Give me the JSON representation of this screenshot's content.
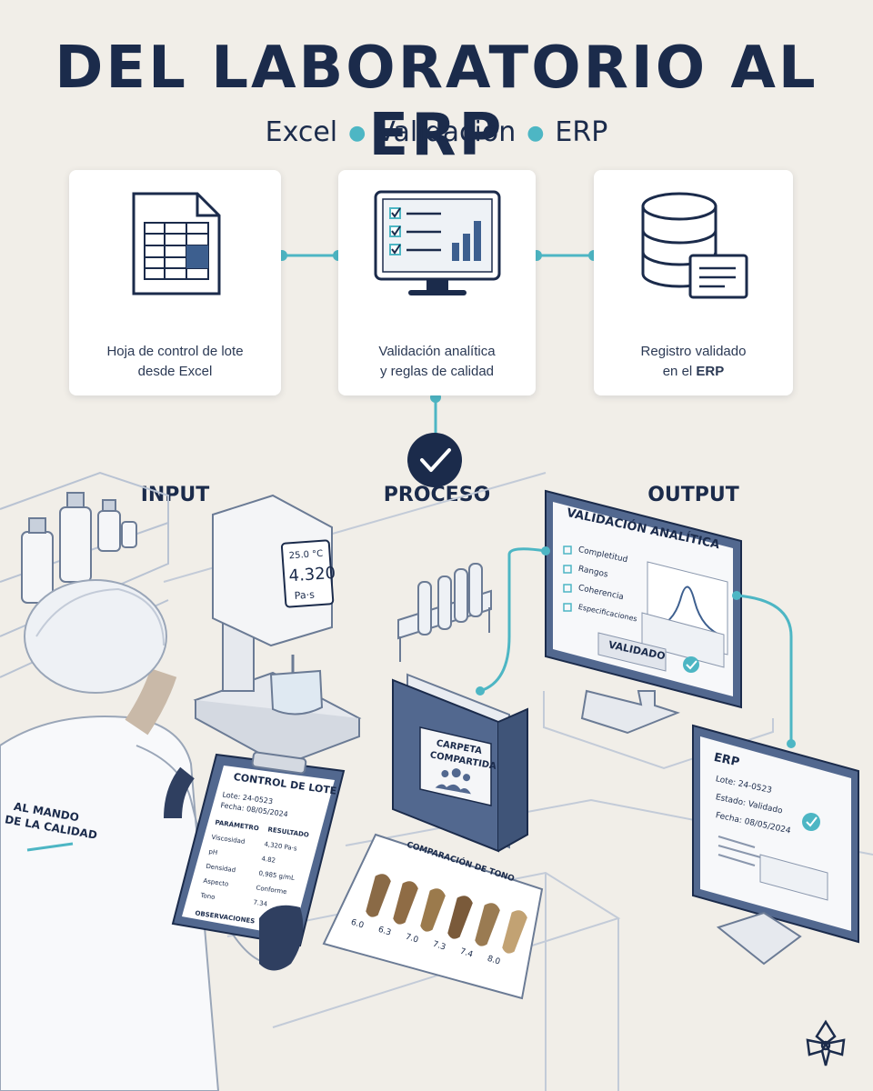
{
  "header": {
    "title": "DEL LABORATORIO AL ERP",
    "subtitle_items": [
      "Excel",
      "Validación",
      "ERP"
    ]
  },
  "flow": [
    {
      "title": "INPUT",
      "desc_line1": "Hoja de control de lote",
      "desc_line2": "desde Excel",
      "icon": "spreadsheet-icon"
    },
    {
      "title": "PROCESO",
      "desc_line1": "Validación analítica",
      "desc_line2": "y reglas de calidad",
      "icon": "monitor-checklist-icon"
    },
    {
      "title": "OUTPUT",
      "desc_line1": "Registro validado",
      "desc_line2_pre": "en el ",
      "desc_line2_bold": "ERP",
      "icon": "database-icon"
    }
  ],
  "viscometer": {
    "temp": "25.0 °C",
    "value": "4.320",
    "unit": "Pa·s"
  },
  "jacket_text": {
    "line1": "AL MANDO",
    "line2": "DE LA CALIDAD"
  },
  "clipboard": {
    "title": "CONTROL DE LOTE",
    "lote": "Lote:   24-0523",
    "fecha": "Fecha: 08/05/2024",
    "col_param": "PARÁMETRO",
    "col_result": "RESULTADO",
    "rows": [
      {
        "param": "Viscosidad",
        "result": "4,320 Pa·s"
      },
      {
        "param": "pH",
        "result": "4.82"
      },
      {
        "param": "Densidad",
        "result": "0,985 g/mL"
      },
      {
        "param": "Aspecto",
        "result": "Conforme"
      },
      {
        "param": "Tono",
        "result": "7.34"
      }
    ],
    "observaciones": "OBSERVACIONES"
  },
  "binder": {
    "line1": "CARPETA",
    "line2": "COMPARTIDA"
  },
  "validation_monitor": {
    "title": "VALIDACIÓN ANALÍTICA",
    "checks": [
      "Completitud",
      "Rangos",
      "Coherencia",
      "Especificaciones"
    ],
    "button": "VALIDADO"
  },
  "erp_monitor": {
    "title": "ERP",
    "lote": "Lote:   24-0523",
    "estado": "Estado: Validado",
    "fecha": "Fecha:  08/05/2024"
  },
  "tone_card": {
    "title": "COMPARACIÓN DE TONO",
    "swatches": [
      {
        "label": "6.0",
        "color": "#8a6a46"
      },
      {
        "label": "6.3",
        "color": "#8f6c45"
      },
      {
        "label": "7.0",
        "color": "#9b7a4c"
      },
      {
        "label": "7.3",
        "color": "#7a5a3a"
      },
      {
        "label": "7.4",
        "color": "#9a7b52"
      },
      {
        "label": "8.0",
        "color": "#c2a273"
      }
    ]
  },
  "colors": {
    "navy": "#1b2b4b",
    "teal": "#4db6c4",
    "background": "#f1eee8"
  }
}
